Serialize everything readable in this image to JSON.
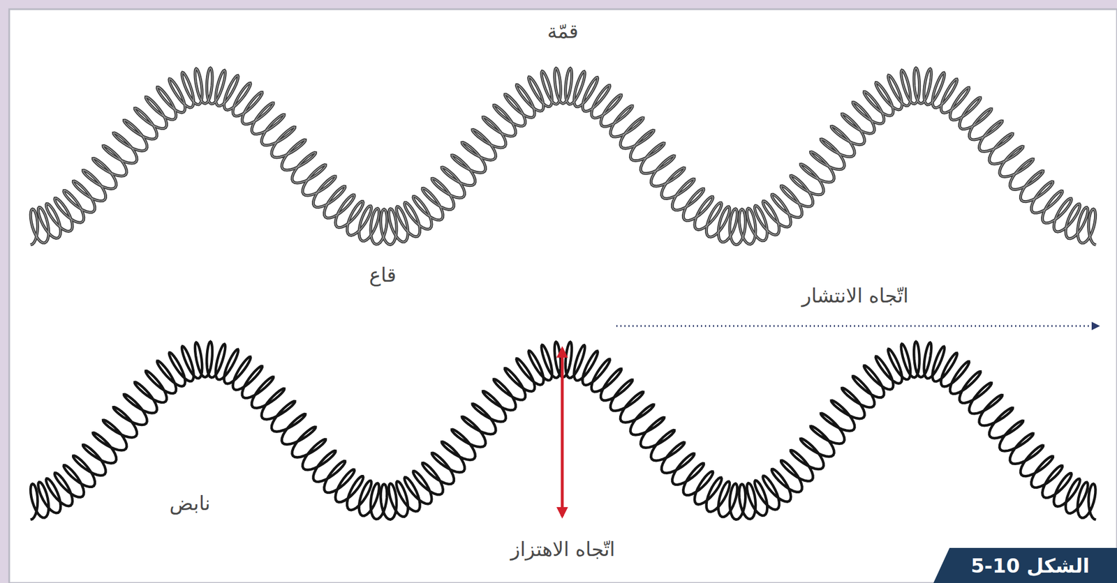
{
  "diagram": {
    "caption": "الشكل 10-5",
    "labels": [
      "قمّة",
      "قاع",
      "اتّجاه الانتشار",
      "نابض",
      "اتّجاه الاهتزاز"
    ]
  }
}
